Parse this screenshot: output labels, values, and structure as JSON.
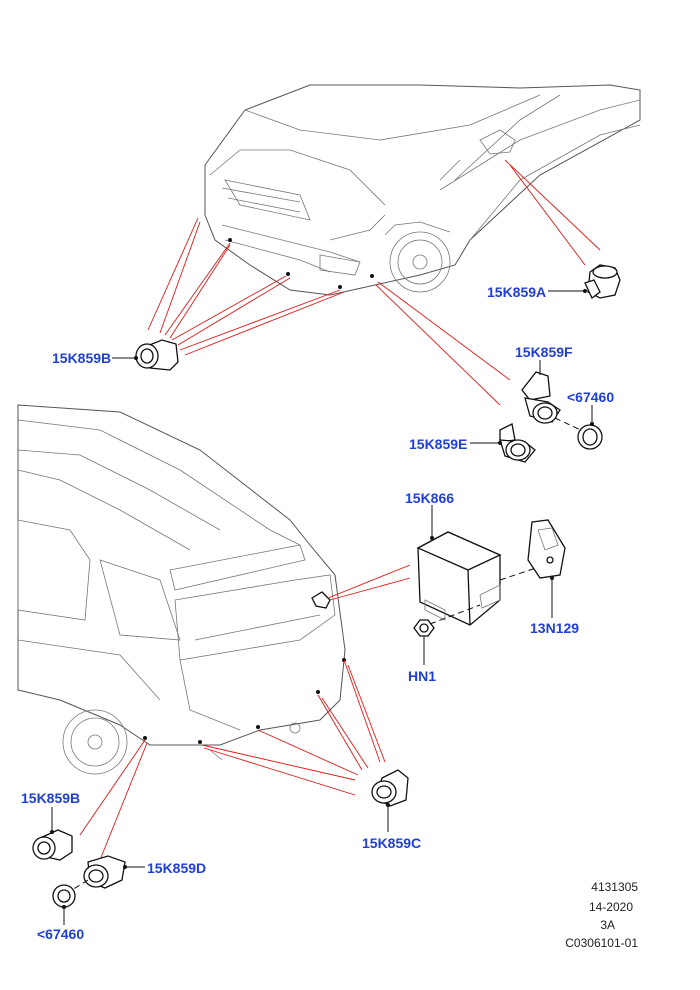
{
  "callouts": {
    "k859a": "15K859A",
    "k859b_top": "15K859B",
    "k859f": "15K859F",
    "ref67460_top": "<67460",
    "k859e": "15K859E",
    "k866": "15K866",
    "n129": "13N129",
    "hn1": "HN1",
    "k859b_bottom": "15K859B",
    "k859c": "15K859C",
    "k859d": "15K859D",
    "ref67460_bottom": "<67460"
  },
  "meta": {
    "line1": "4131305",
    "line2": "14-2020",
    "line3": "3A",
    "line4": "C0306101-01"
  },
  "colors": {
    "callout": "#1f3fd6",
    "leader_red": "#e01818",
    "line": "#111111"
  }
}
